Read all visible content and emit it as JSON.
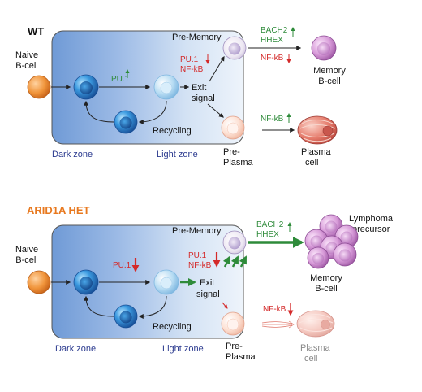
{
  "panels": {
    "wt": {
      "title": "WT",
      "naive": [
        "Naive",
        "B-cell"
      ],
      "pu1": "PU.1",
      "pu1_red": "PU.1",
      "nfkb_red": "NF-kB",
      "exit": [
        "Exit",
        "signal"
      ],
      "recycling": "Recycling",
      "dark_zone": "Dark zone",
      "light_zone": "Light zone",
      "pre_memory": "Pre-Memory",
      "pre_plasma": [
        "Pre-",
        "Plasma"
      ],
      "bach2": "BACH2",
      "hhex": "HHEX",
      "nfkb_mem": "NF-kB",
      "nfkb_plasma": "NF-kB",
      "memory": [
        "Memory",
        "B-cell"
      ],
      "plasma": [
        "Plasma",
        "cell"
      ]
    },
    "arid": {
      "title": "ARID1A HET",
      "naive": [
        "Naive",
        "B-cell"
      ],
      "pu1": "PU.1",
      "pu1_red": "PU.1",
      "nfkb_red": "NF-kB",
      "exit": [
        "Exit",
        "signal"
      ],
      "recycling": "Recycling",
      "dark_zone": "Dark zone",
      "light_zone": "Light zone",
      "pre_memory": "Pre-Memory",
      "pre_plasma": [
        "Pre-",
        "Plasma"
      ],
      "bach2": "BACH2",
      "hhex": "HHEX",
      "nfkb_plasma": "NF-kB",
      "memory": [
        "Memory",
        "B-cell"
      ],
      "plasma": [
        "Plasma",
        "cell"
      ],
      "lymphoma": [
        "Lymphoma",
        "precursor"
      ]
    }
  },
  "colors": {
    "red": "#d42a2a",
    "green": "#2e8b3a",
    "orange": "#e8791f",
    "zone_text": "#2b3a8f",
    "zone_dark": "#6f9ad6",
    "zone_light": "#e6eff9"
  }
}
